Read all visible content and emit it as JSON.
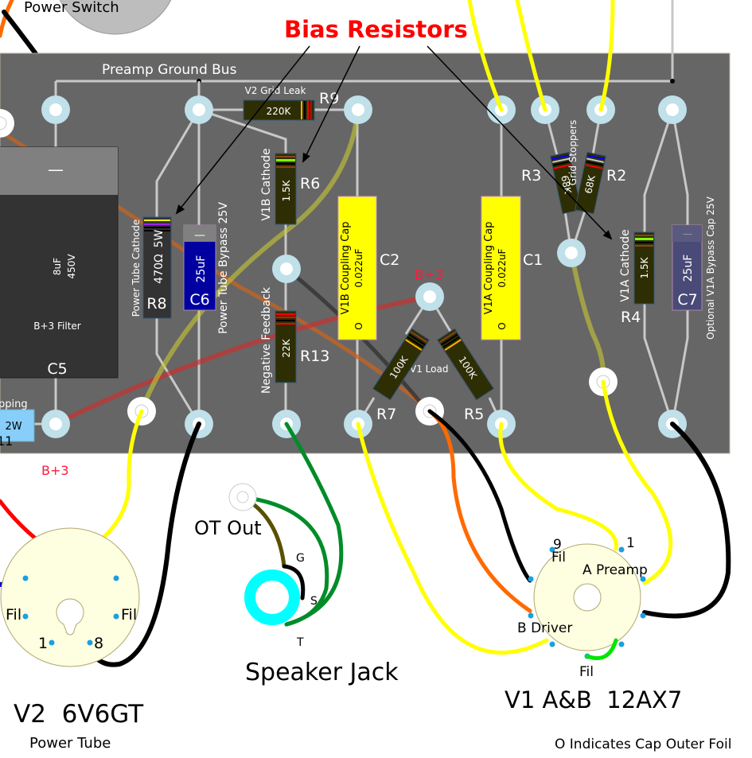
{
  "annotations": {
    "bias_resistors": "Bias Resistors",
    "cap_note": "O Indicates Cap Outer Foil",
    "power_switch": "Power Switch"
  },
  "board": {
    "ground_bus": "Preamp Ground Bus",
    "b_plus_3": "B+3",
    "v1_load": "V1 Load",
    "grid_stoppers": "Grid Stoppers",
    "r11_label_partial": "pping",
    "r11_ref_partial": "11",
    "r11_value": "2W"
  },
  "components": {
    "c5": {
      "ref": "C5",
      "minus": "—",
      "value": "8uF",
      "voltage": "450V",
      "label": "B+3 Filter"
    },
    "r8": {
      "ref": "R8",
      "value": "470Ω",
      "power": "5W",
      "label": "Power Tube Cathode"
    },
    "c6": {
      "ref": "C6",
      "minus": "—",
      "value": "25uF",
      "label": "Power Tube Bypass 25V"
    },
    "r9": {
      "ref": "R9",
      "value": "220K",
      "label": "V2 Grid Leak"
    },
    "r6": {
      "ref": "R6",
      "value": "1.5K",
      "label": "V1B Cathode"
    },
    "r13": {
      "ref": "R13",
      "value": "22K",
      "label": "Negative Feedback"
    },
    "c2": {
      "ref": "C2",
      "label": "V1B Coupling Cap",
      "value": "0.022uF",
      "foil": "O"
    },
    "c1": {
      "ref": "C1",
      "label": "V1A Coupling Cap",
      "value": "0.022uF",
      "foil": "O"
    },
    "r7": {
      "ref": "R7",
      "value": "100K"
    },
    "r5": {
      "ref": "R5",
      "value": "100K"
    },
    "r3": {
      "ref": "R3",
      "value": "68K"
    },
    "r2": {
      "ref": "R2",
      "value": "68K"
    },
    "r4": {
      "ref": "R4",
      "value": "1.5K",
      "label": "V1A Cathode"
    },
    "c7": {
      "ref": "C7",
      "minus": "—",
      "value": "25uF",
      "label": "Optional V1A Bypass Cap 25V"
    }
  },
  "v2": {
    "title": "V2  6V6GT",
    "subtitle": "Power Tube",
    "fil_left": "Fil",
    "fil_right": "Fil",
    "pin1": "1",
    "pin8": "8"
  },
  "output": {
    "ot_out": "OT Out",
    "jack_title": "Speaker Jack",
    "g": "G",
    "s": "S",
    "t": "T"
  },
  "v1": {
    "title": "V1 A&B  12AX7",
    "pin9": "9",
    "fil_top": "Fil",
    "pin1": "1",
    "a_label": "A Preamp",
    "b_label": "B Driver",
    "fil_bottom": "Fil"
  },
  "colors": {
    "board": "#666666",
    "eyelet": "#c0e0ea",
    "coupling_cap": "#ffff00",
    "c6_body": "#0000a0",
    "c7_body": "#4a4a78",
    "resistor_body": "#2e2e05",
    "annotation_red": "#ff0000",
    "b_plus_red": "#ff1a3c",
    "socket": "#fefee0",
    "jack_ring": "#00ffff"
  }
}
